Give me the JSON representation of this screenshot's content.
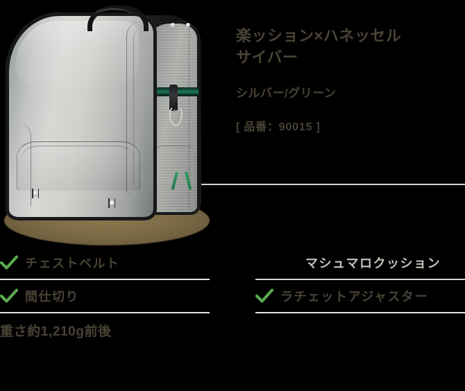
{
  "product": {
    "image_alt": "randoseru-backpack-silver-green",
    "title": "楽ッション×ハネッセル\nサイバー",
    "color": "シルバー/グリーン",
    "code": "[ 品番：90015 ]",
    "weight": "重さ約1,210g前後"
  },
  "features": {
    "left": [
      {
        "label": "チェストベルト",
        "checked": true
      },
      {
        "label": "間仕切り",
        "checked": true
      }
    ],
    "right": [
      {
        "label": "マシュマロクッション",
        "checked": false
      },
      {
        "label": "ラチェットアジャスター",
        "checked": true
      }
    ]
  },
  "colors": {
    "background": "#000000",
    "text": "#4a4336",
    "muted_text": "#c6c2ba",
    "check_green": "#5aa84f",
    "rule": "#e7e4dd",
    "shadow_ellipse": "#7a6a45",
    "bag_silver": "#cfd1cd",
    "bag_trim": "#17181a",
    "bag_accent_green": "#1d7a58"
  },
  "icons": {
    "check": "check-icon"
  }
}
